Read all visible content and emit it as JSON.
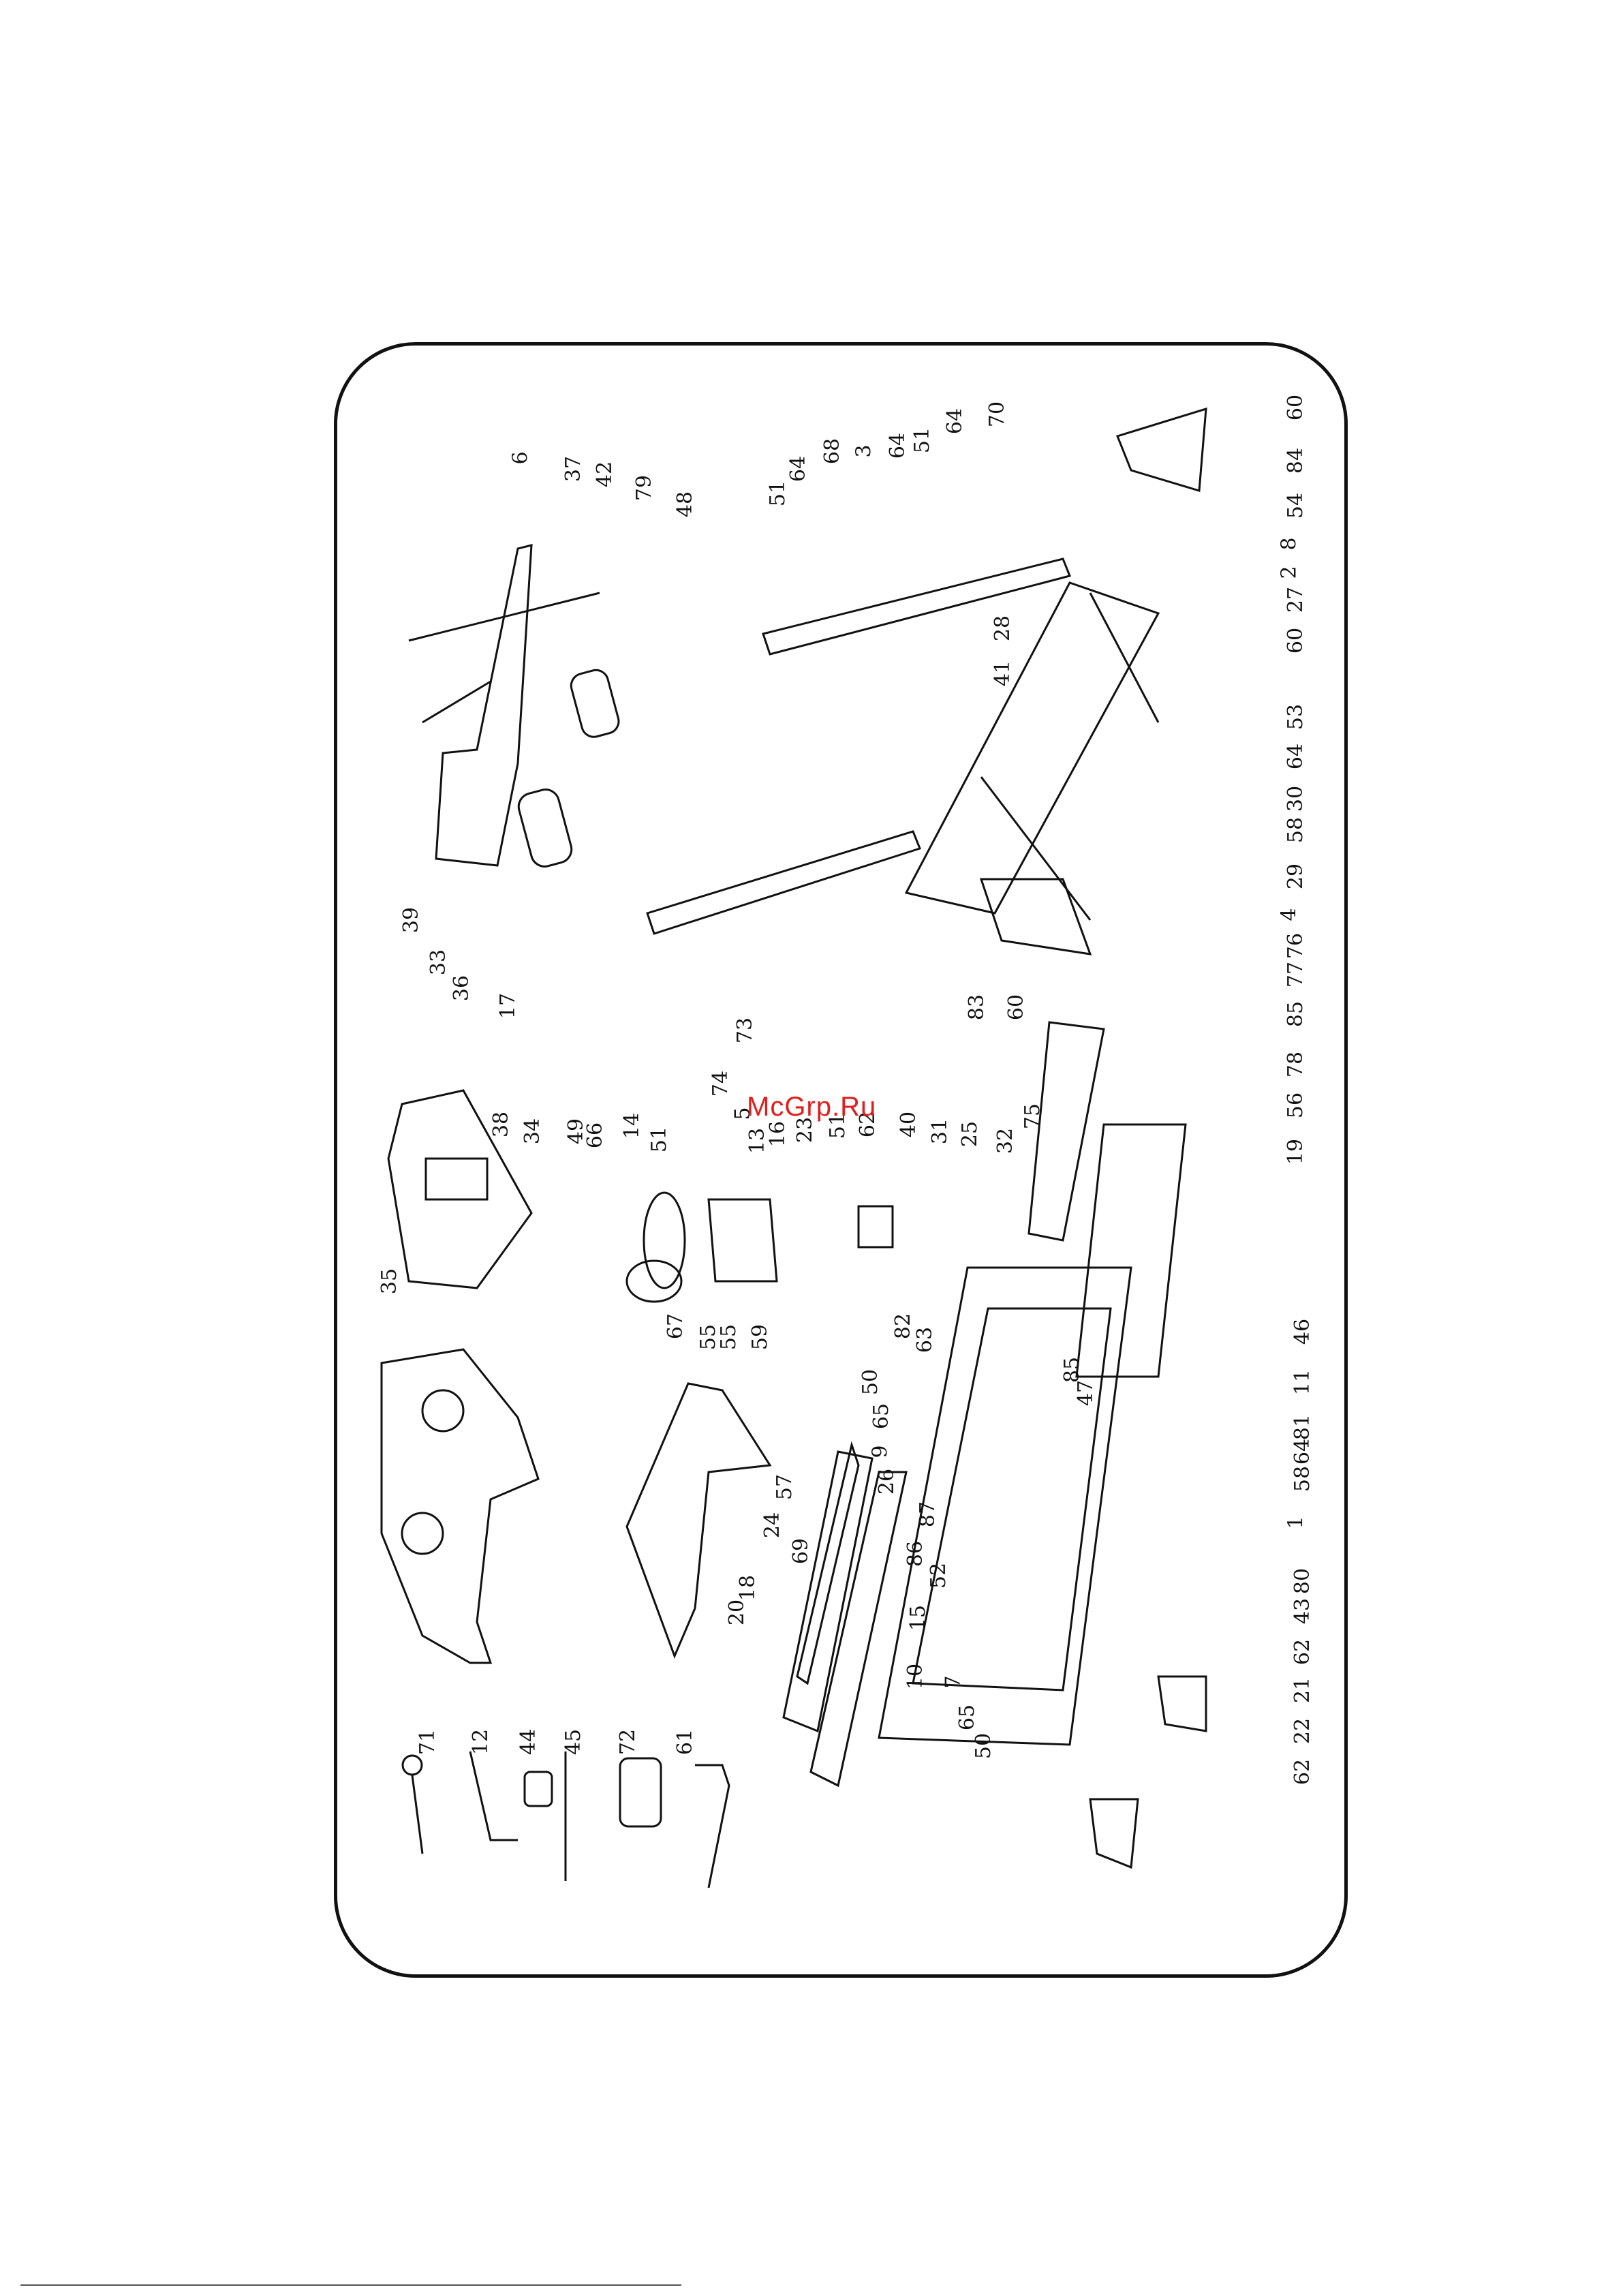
{
  "watermark": "McGrp.Ru",
  "colors": {
    "line": "#111111",
    "watermark": "#e11d1d",
    "background": "#ffffff"
  },
  "callouts": [
    "6",
    "37",
    "42",
    "79",
    "48",
    "51",
    "64",
    "68",
    "3",
    "64",
    "51",
    "64",
    "70",
    "60",
    "84",
    "54",
    "8",
    "2",
    "27",
    "60",
    "53",
    "64",
    "30",
    "58",
    "29",
    "4",
    "76",
    "77",
    "85",
    "78",
    "56",
    "19",
    "28",
    "41",
    "39",
    "33",
    "36",
    "17",
    "83",
    "60",
    "38",
    "34",
    "49",
    "66",
    "14",
    "51",
    "73",
    "74",
    "5",
    "13",
    "16",
    "23",
    "51",
    "62",
    "40",
    "31",
    "25",
    "32",
    "75",
    "35",
    "67",
    "55",
    "55",
    "59",
    "82",
    "63",
    "85",
    "47",
    "50",
    "65",
    "9",
    "26",
    "57",
    "24",
    "69",
    "18",
    "20",
    "86",
    "87",
    "52",
    "15",
    "10",
    "7",
    "65",
    "50",
    "46",
    "11",
    "81",
    "64",
    "58",
    "1",
    "80",
    "43",
    "62",
    "21",
    "22",
    "62",
    "71",
    "12",
    "44",
    "45",
    "72",
    "61"
  ]
}
